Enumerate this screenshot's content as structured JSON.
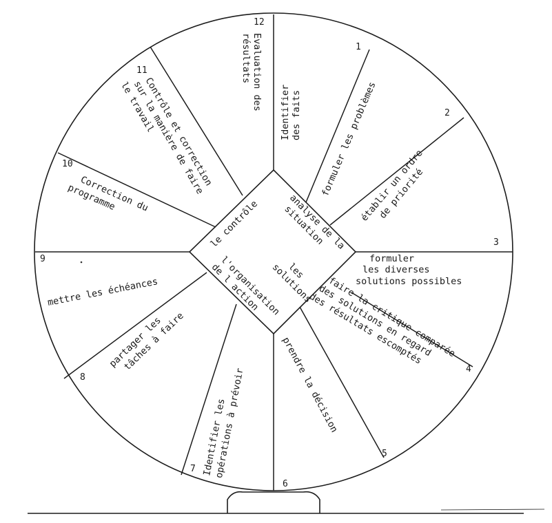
{
  "wheel": {
    "numbers": [
      "1",
      "2",
      "3",
      "4",
      "5",
      "6",
      "7",
      "8",
      "9",
      "10",
      "11",
      "12"
    ],
    "sectors": {
      "s12a": [
        "Evaluation des",
        "résultats"
      ],
      "s12b": [
        "Identifier",
        "des faits"
      ],
      "s1": [
        "formuler les problèmes"
      ],
      "s2": [
        "établir un ordre",
        "de priorité"
      ],
      "s3": [
        "formuler",
        "les diverses",
        "solutions possibles"
      ],
      "s4": [
        "faire la critique comparée",
        "des solutions en regard",
        "des résultats escomptés"
      ],
      "s5": [
        "prendre la décision"
      ],
      "s6": [
        "Identifier les",
        "opérations à prévoir"
      ],
      "s7": [
        "partager les",
        "tâches à faire"
      ],
      "s8": [
        "mettre les échéances"
      ],
      "s9": [
        "Correction du",
        "programme"
      ],
      "s10": [
        "Contrôle et correction",
        "sur la manière de faire",
        "le travail"
      ]
    }
  },
  "center": {
    "top_right": [
      "analyse de la",
      "situation"
    ],
    "bottom_right": [
      "les",
      "solutions"
    ],
    "bottom_left": [
      "l'organisation",
      "de l action"
    ],
    "top_left": [
      "le contrôle"
    ]
  }
}
